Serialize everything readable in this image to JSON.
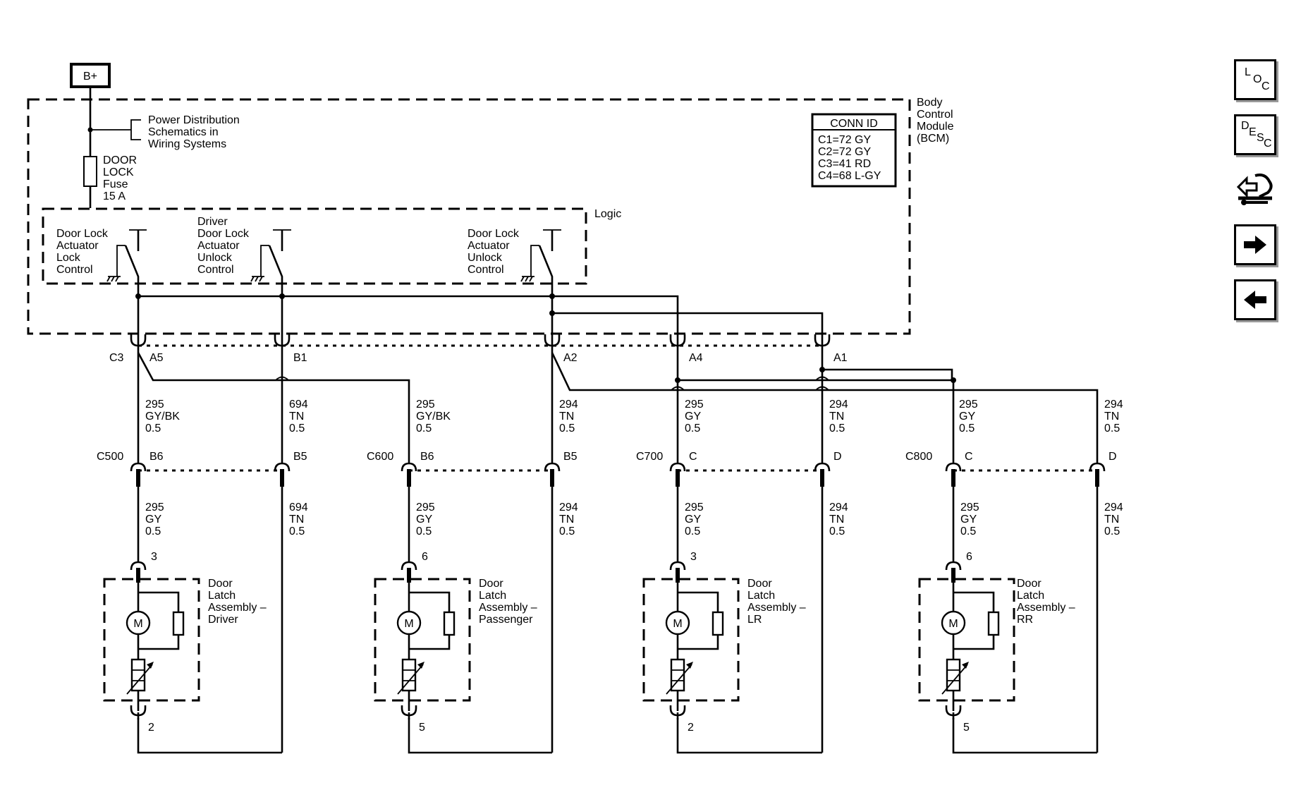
{
  "supply": {
    "label": "B+"
  },
  "notes": {
    "power_dist": [
      "Power Distribution",
      "Schematics in",
      "Wiring Systems"
    ],
    "fuse": [
      "DOOR",
      "LOCK",
      "Fuse",
      "15 A"
    ],
    "bcm": [
      "Body",
      "Control",
      "Module",
      "(BCM)"
    ],
    "logic": "Logic"
  },
  "conn_table": {
    "title": "CONN ID",
    "rows": [
      "C1=72 GY",
      "C2=72 GY",
      "C3=41 RD",
      "C4=68 L-GY"
    ]
  },
  "switches": [
    {
      "lines": [
        "Door Lock",
        "Actuator",
        "Lock",
        "Control"
      ]
    },
    {
      "lines": [
        "Driver",
        "Door Lock",
        "Actuator",
        "Unlock",
        "Control"
      ]
    },
    {
      "lines": [
        "Door Lock",
        "Actuator",
        "Unlock",
        "Control"
      ]
    }
  ],
  "bcm_connector": {
    "id": "C3",
    "pins": [
      "A5",
      "B1",
      "A2",
      "A4",
      "A1"
    ]
  },
  "upper_wires": [
    [
      "295",
      "GY/BK",
      "0.5"
    ],
    [
      "694",
      "TN",
      "0.5"
    ],
    [
      "295",
      "GY/BK",
      "0.5"
    ],
    [
      "294",
      "TN",
      "0.5"
    ],
    [
      "295",
      "GY",
      "0.5"
    ],
    [
      "294",
      "TN",
      "0.5"
    ],
    [
      "295",
      "GY",
      "0.5"
    ],
    [
      "294",
      "TN",
      "0.5"
    ]
  ],
  "inline_connectors": [
    {
      "id": "C500",
      "pins": [
        "B6",
        "B5"
      ]
    },
    {
      "id": "C600",
      "pins": [
        "B6",
        "B5"
      ]
    },
    {
      "id": "C700",
      "pins": [
        "C",
        "D"
      ]
    },
    {
      "id": "C800",
      "pins": [
        "C",
        "D"
      ]
    }
  ],
  "lower_wires": [
    [
      "295",
      "GY",
      "0.5"
    ],
    [
      "694",
      "TN",
      "0.5"
    ],
    [
      "295",
      "GY",
      "0.5"
    ],
    [
      "294",
      "TN",
      "0.5"
    ],
    [
      "295",
      "GY",
      "0.5"
    ],
    [
      "294",
      "TN",
      "0.5"
    ],
    [
      "295",
      "GY",
      "0.5"
    ],
    [
      "294",
      "TN",
      "0.5"
    ]
  ],
  "latches": [
    {
      "name": [
        "Door",
        "Latch",
        "Assembly –",
        "Driver"
      ],
      "pin_top": "3",
      "pin_bottom": "2"
    },
    {
      "name": [
        "Door",
        "Latch",
        "Assembly –",
        "Passenger"
      ],
      "pin_top": "6",
      "pin_bottom": "5"
    },
    {
      "name": [
        "Door",
        "Latch",
        "Assembly –",
        "LR"
      ],
      "pin_top": "3",
      "pin_bottom": "2"
    },
    {
      "name": [
        "Door",
        "Latch",
        "Assembly –",
        "RR"
      ],
      "pin_top": "6",
      "pin_bottom": "5"
    }
  ],
  "motor_label": "M",
  "nav": {
    "loc": [
      "L",
      "O",
      "C"
    ],
    "desc": [
      "D",
      "E",
      "S",
      "C"
    ],
    "icons": [
      "connector-view-icon",
      "arrow-right-icon",
      "arrow-left-icon"
    ]
  }
}
